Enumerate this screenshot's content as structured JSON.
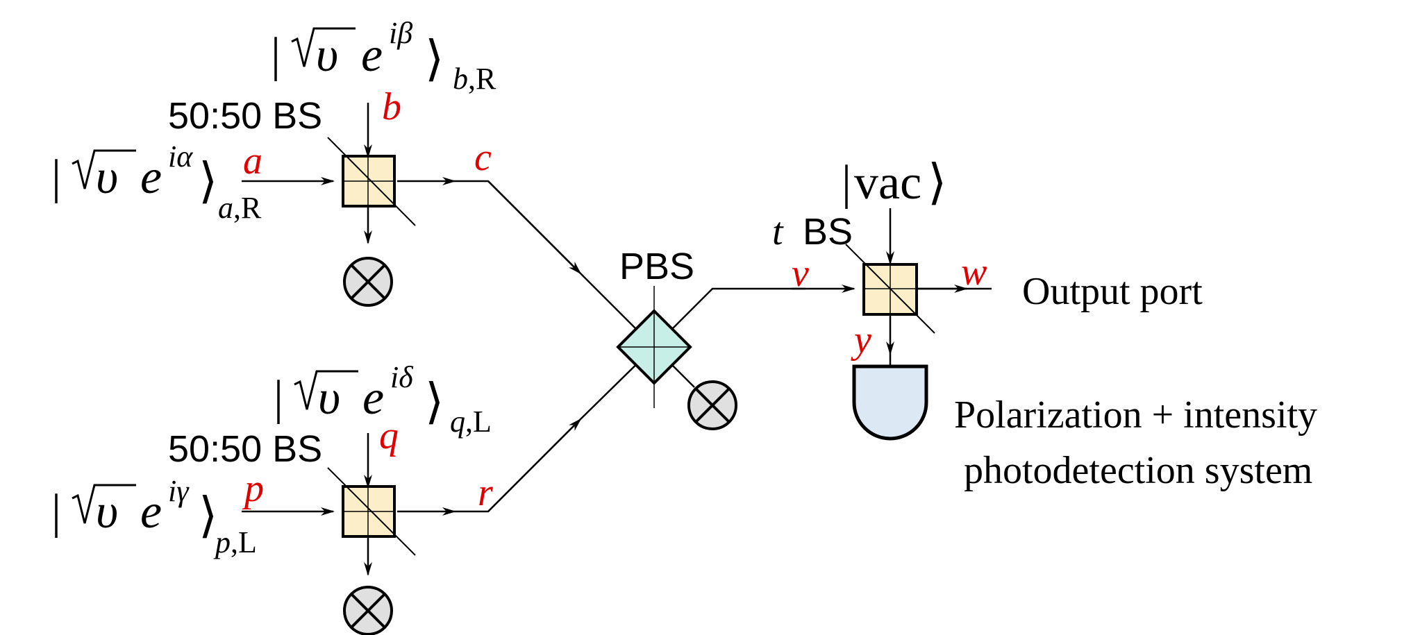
{
  "colors": {
    "bs_fill": "#fbeec8",
    "pbs_fill": "#c7efe8",
    "dump_fill": "#e0e0e0",
    "detector_fill": "#dde8f5",
    "port_label": "#e00000"
  },
  "inputs": {
    "alpha": {
      "phase": "α",
      "mode": "a",
      "pol": "R"
    },
    "beta": {
      "phase": "β",
      "mode": "b",
      "pol": "R"
    },
    "gamma": {
      "phase": "γ",
      "mode": "p",
      "pol": "L"
    },
    "delta": {
      "phase": "δ",
      "mode": "q",
      "pol": "L"
    },
    "amp": "υ",
    "exp_base": "e",
    "imag": "i",
    "vac": "vac"
  },
  "ports": {
    "a": "a",
    "b": "b",
    "c": "c",
    "p": "p",
    "q": "q",
    "r": "r",
    "v": "v",
    "w": "w",
    "y": "y"
  },
  "labels": {
    "bs1": "50:50 BS",
    "bs2": "50:50 BS",
    "pbs": "PBS",
    "tbs_t": "t",
    "tbs_bs": "BS",
    "output": "Output port",
    "detector_line1": "Polarization + intensity",
    "detector_line2": "photodetection system"
  },
  "icons": {
    "dump": "beam-dump-icon",
    "detector": "photodetector-icon"
  }
}
